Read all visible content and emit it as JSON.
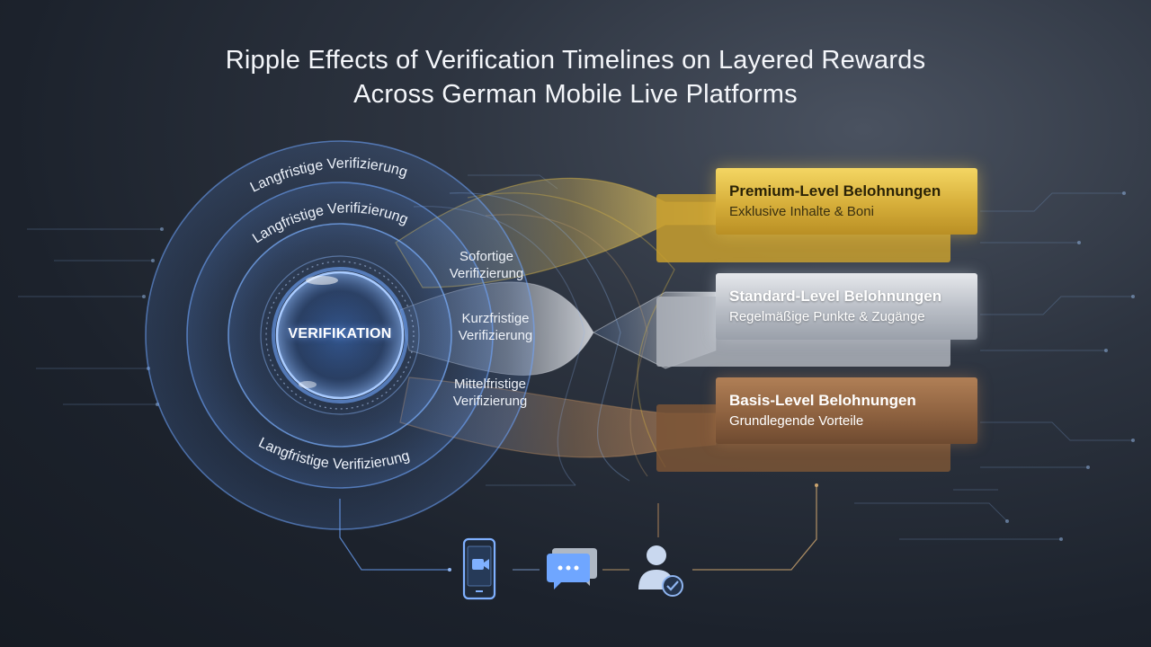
{
  "title": {
    "line1": "Ripple Effects of Verification Timelines on Layered Rewards",
    "line2": "Across German Mobile Live Platforms"
  },
  "center": {
    "label": "VERIFIKATION"
  },
  "rings": {
    "outer_top": "Langfristige Verifizierung",
    "inner_top": "Langfristige Verifizierung",
    "outer_bottom": "Langfristige Verifizierung"
  },
  "timelines": {
    "immediate": {
      "line1": "Sofortige",
      "line2": "Verifizierung"
    },
    "short": {
      "line1": "Kurzfristige",
      "line2": "Verifizierung"
    },
    "medium": {
      "line1": "Mittelfristige",
      "line2": "Verifizierung"
    }
  },
  "rewards": [
    {
      "title": "Premium-Level Belohnungen",
      "subtitle": "Exklusive Inhalte & Boni",
      "color": "#e3bd45"
    },
    {
      "title": "Standard-Level Belohnungen",
      "subtitle": "Regelmäßige Punkte & Zugänge",
      "color": "#c4c8cf"
    },
    {
      "title": "Basis-Level Belohnungen",
      "subtitle": "Grundlegende Vorteile",
      "color": "#9a6c48"
    }
  ],
  "icons": {
    "phone": "mobile-video-icon",
    "chat": "chat-bubble-icon",
    "user": "verified-user-icon"
  },
  "colors": {
    "ripple": "#6fa6ff",
    "gold": "#e3bd45",
    "silver": "#c4c8cf",
    "bronze": "#9a6c48"
  }
}
